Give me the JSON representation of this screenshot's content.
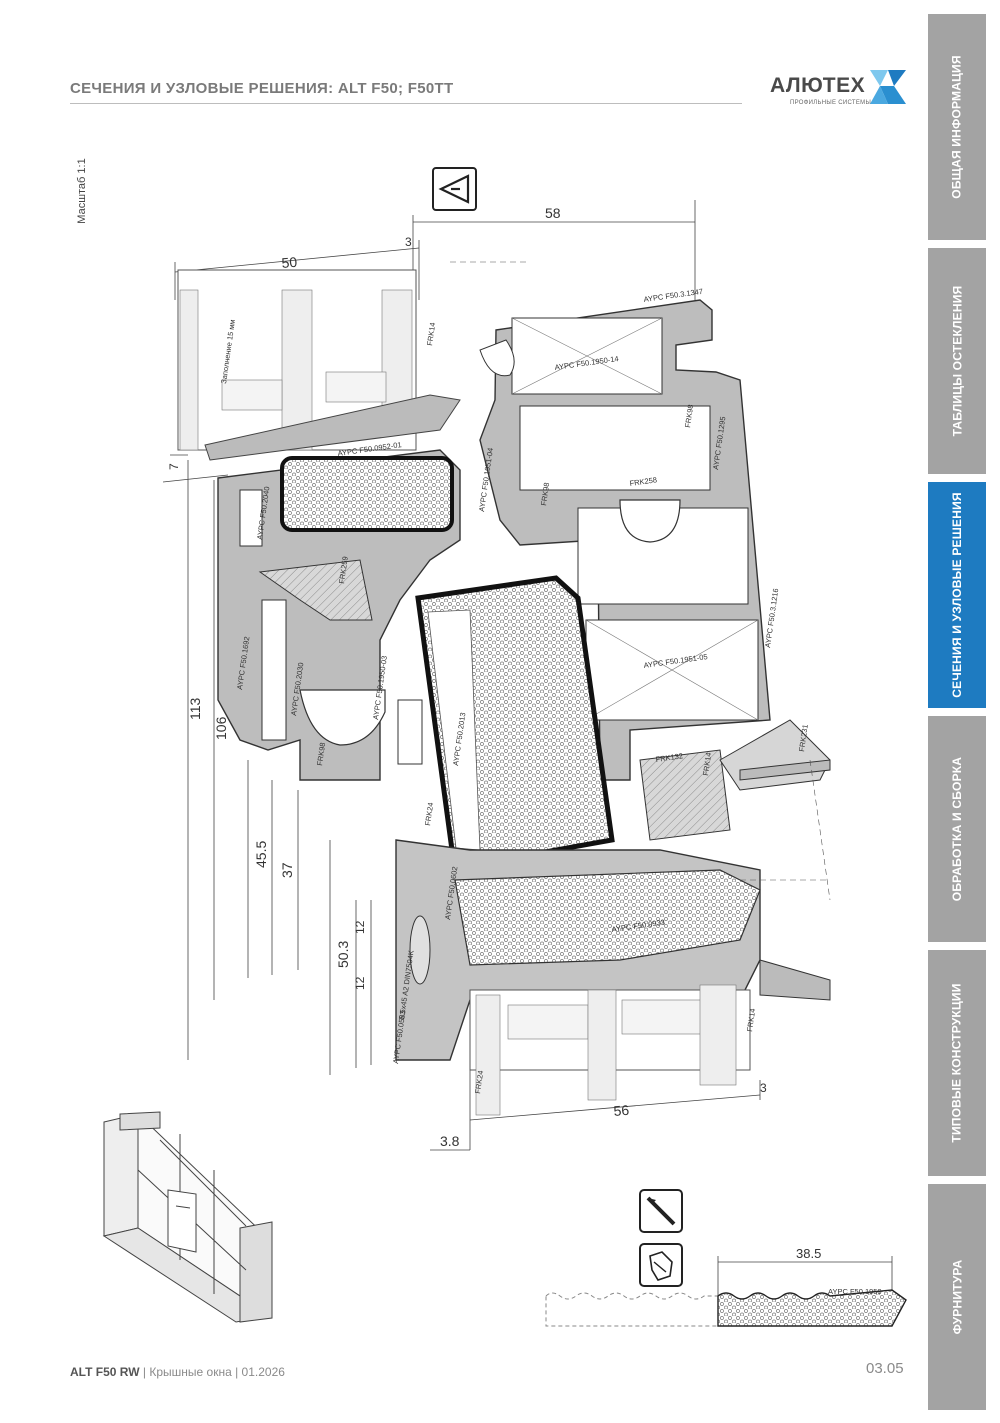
{
  "header": {
    "title": "СЕЧЕНИЯ И УЗЛОВЫЕ РЕШЕНИЯ: ALT F50; F50TT"
  },
  "logo": {
    "name": "АЛЮТЕХ",
    "tagline": "ПРОФИЛЬНЫЕ СИСТЕМЫ"
  },
  "tabs": [
    {
      "label": "ОБЩАЯ ИНФОРМАЦИЯ",
      "active": false
    },
    {
      "label": "ТАБЛИЦЫ ОСТЕКЛЕНИЯ",
      "active": false
    },
    {
      "label": "СЕЧЕНИЯ И УЗЛОВЫЕ РЕШЕНИЯ",
      "active": true
    },
    {
      "label": "ОБРАБОТКА И СБОРКА",
      "active": false
    },
    {
      "label": "ТИПОВЫЕ КОНСТРУКЦИИ",
      "active": false
    },
    {
      "label": "ФУРНИТУРА",
      "active": false
    }
  ],
  "scale_label": "Масштаб 1:1",
  "dimensions": {
    "d58": "58",
    "d50": "50",
    "d3a": "3",
    "d7": "7",
    "d113": "113",
    "d106": "106",
    "d455": "45.5",
    "d37": "37",
    "d503": "50.3",
    "d12a": "12",
    "d12b": "12",
    "d56": "56",
    "d3b": "3",
    "d38": "3.8",
    "d385": "38.5"
  },
  "labels": {
    "aypc_f50_3_1347": "AYPC F50.3.1347",
    "aypc_f50_1950_14": "AYPC F50.1950-14",
    "aypc_f50_0952_01": "AYPC F50.0952-01",
    "aypc_f50_1951_04": "AYPC F50.1951-04",
    "aypc_f50_2040": "AYPC F50.2040",
    "frk14_a": "FRK14",
    "frk98_a": "FRK98",
    "frk98_b": "FRK98",
    "frk98_c": "FRK98",
    "aypc_f50_1295": "AYPC F50.1295",
    "frk258": "FRK258",
    "frk259": "FRK259",
    "aypc_f50_3_1216": "AYPC F50.3.1216",
    "aypc_f50_1692": "AYPC F50.1692",
    "aypc_f50_2030": "AYPC F50.2030",
    "aypc_f50_1950_03": "AYPC F50.1950-03",
    "aypc_f50_2013": "AYPC F50.2013",
    "aypc_f50_1951_05": "AYPC F50.1951-05",
    "frk132": "FRK132",
    "frk14_b": "FRK14",
    "frk231": "FRK231",
    "frk24_a": "FRK24",
    "aypc_f50_0602": "AYPC F50.0602",
    "aypc_f50_0933": "AYPC F50.0933",
    "screw": "5.5x45 A2 DIN7504K",
    "aypc_f50_0583": "AYPC F50.0583",
    "frk24_b": "FRK24",
    "frk14_c": "FRK14",
    "glass_note": "Заполнение 15 мм",
    "aypc_f50_1959": "AYPC F50.1959"
  },
  "footer": {
    "product": "ALT F50 RW",
    "rest": " | Крышные окна | 01.2026",
    "page": "03.05"
  }
}
